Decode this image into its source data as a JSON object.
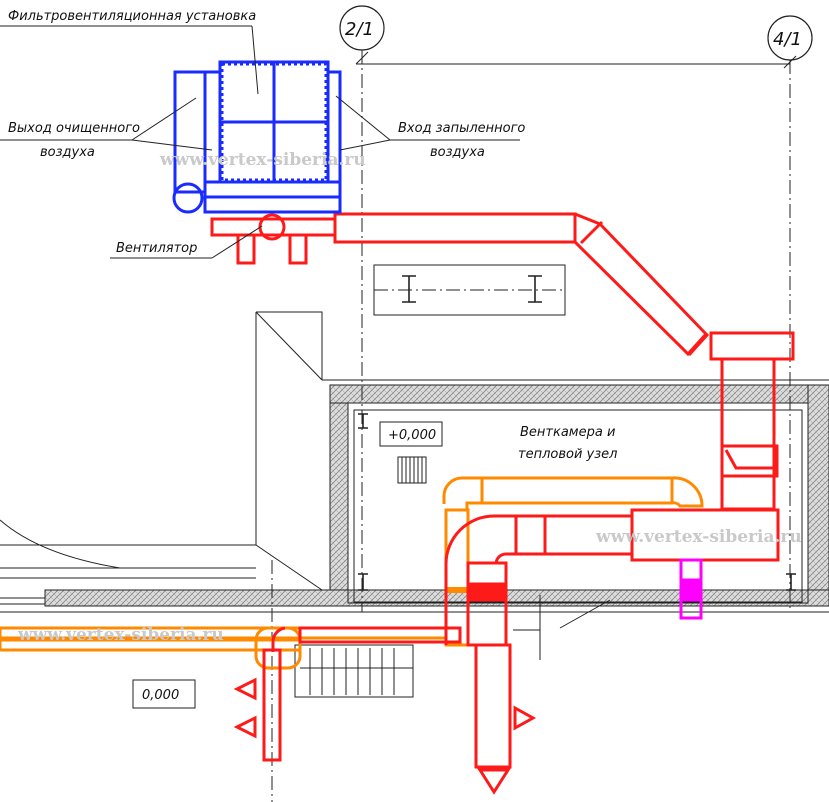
{
  "labels": {
    "filter_unit": "Фильтровентиляционная установка",
    "clean_air_line1": "Выход очищенного",
    "clean_air_line2": "воздуха",
    "dusty_air_line1": "Вход запыленного",
    "dusty_air_line2": "воздуха",
    "fan": "Вентилятор",
    "vent_room_line1": "Венткамера и",
    "vent_room_line2": "тепловой узел",
    "level_inside": "+0,000",
    "level_outside": "0,000"
  },
  "axes": {
    "axis_a": "2/1",
    "axis_b": "4/1"
  },
  "watermarks": {
    "wm1": "www.vertex-siberia.ru",
    "wm2": "www.vertex-siberia.ru",
    "wm3": "www.vertex-siberia.ru"
  },
  "colors": {
    "line": "#222222",
    "duct_red": "#ff1a1a",
    "unit_blue": "#1a2bff",
    "duct_orange": "#ff8a00",
    "duct_magenta": "#ff00ff",
    "insulation": "#cfcfcf"
  }
}
